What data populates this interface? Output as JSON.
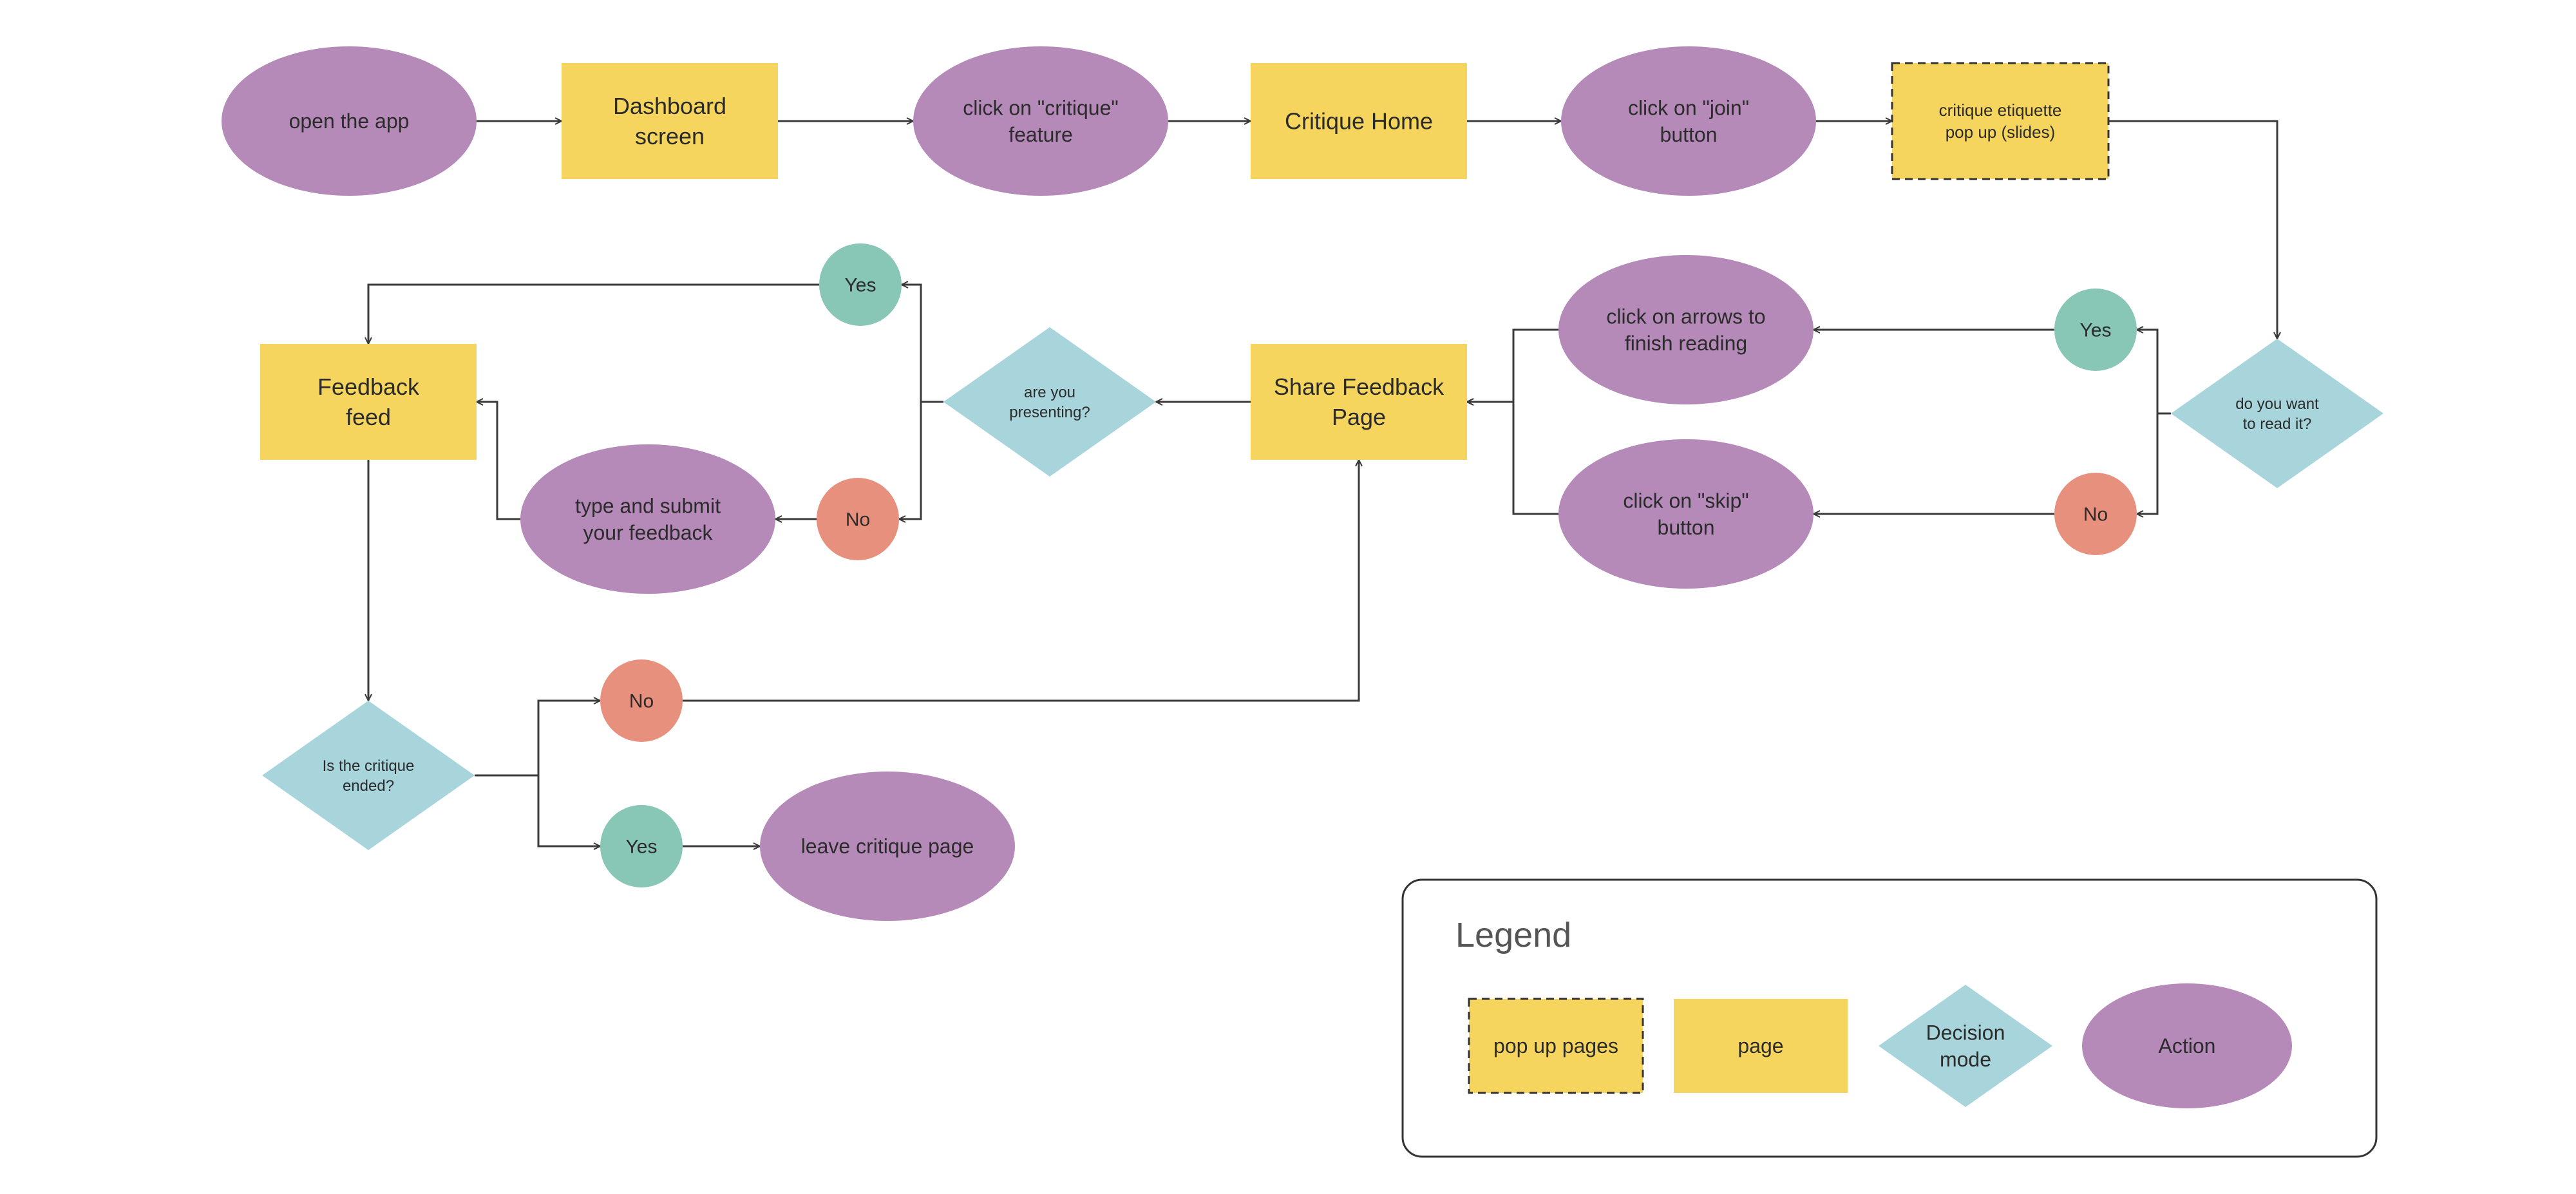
{
  "colors": {
    "action": "#B58AB9",
    "page": "#F5D55E",
    "decision": "#A8D5DB",
    "yes": "#88C7B5",
    "no": "#E8907E",
    "line": "#3A3A3A",
    "legend_border": "#333333"
  },
  "nodes": {
    "open_app": {
      "type": "action",
      "lines": [
        "open the app"
      ]
    },
    "dashboard": {
      "type": "page",
      "lines": [
        "Dashboard",
        "screen"
      ]
    },
    "click_critique": {
      "type": "action",
      "lines": [
        "click on \"critique\"",
        "feature"
      ]
    },
    "critique_home": {
      "type": "page",
      "lines": [
        "Critique Home"
      ]
    },
    "click_join": {
      "type": "action",
      "lines": [
        "click on \"join\"",
        "button"
      ]
    },
    "etiquette_popup": {
      "type": "popup",
      "lines": [
        "critique etiquette",
        "pop up (slides)"
      ]
    },
    "want_read": {
      "type": "decision",
      "lines": [
        "do you want",
        "to read it?"
      ]
    },
    "read_yes": {
      "type": "yes",
      "lines": [
        "Yes"
      ]
    },
    "read_no": {
      "type": "no",
      "lines": [
        "No"
      ]
    },
    "click_arrows": {
      "type": "action",
      "lines": [
        "click on arrows to",
        "finish reading"
      ]
    },
    "click_skip": {
      "type": "action",
      "lines": [
        "click on \"skip\"",
        "button"
      ]
    },
    "share_feedback": {
      "type": "page",
      "lines": [
        "Share Feedback",
        "Page"
      ]
    },
    "presenting": {
      "type": "decision",
      "lines": [
        "are you",
        "presenting?"
      ]
    },
    "present_yes": {
      "type": "yes",
      "lines": [
        "Yes"
      ]
    },
    "present_no": {
      "type": "no",
      "lines": [
        "No"
      ]
    },
    "type_submit": {
      "type": "action",
      "lines": [
        "type and submit",
        "your feedback"
      ]
    },
    "feedback_feed": {
      "type": "page",
      "lines": [
        "Feedback",
        "feed"
      ]
    },
    "critique_ended": {
      "type": "decision",
      "lines": [
        "Is the critique",
        "ended?"
      ]
    },
    "ended_no": {
      "type": "no",
      "lines": [
        "No"
      ]
    },
    "ended_yes": {
      "type": "yes",
      "lines": [
        "Yes"
      ]
    },
    "leave_page": {
      "type": "action",
      "lines": [
        "leave critique page"
      ]
    }
  },
  "edges": [
    [
      "open_app",
      "dashboard"
    ],
    [
      "dashboard",
      "click_critique"
    ],
    [
      "click_critique",
      "critique_home"
    ],
    [
      "critique_home",
      "click_join"
    ],
    [
      "click_join",
      "etiquette_popup"
    ],
    [
      "etiquette_popup",
      "want_read"
    ],
    [
      "want_read",
      "read_yes"
    ],
    [
      "want_read",
      "read_no"
    ],
    [
      "read_yes",
      "click_arrows"
    ],
    [
      "read_no",
      "click_skip"
    ],
    [
      "click_arrows",
      "share_feedback"
    ],
    [
      "click_skip",
      "share_feedback"
    ],
    [
      "share_feedback",
      "presenting"
    ],
    [
      "presenting",
      "present_yes"
    ],
    [
      "presenting",
      "present_no"
    ],
    [
      "present_yes",
      "feedback_feed"
    ],
    [
      "present_no",
      "type_submit"
    ],
    [
      "type_submit",
      "feedback_feed"
    ],
    [
      "feedback_feed",
      "critique_ended"
    ],
    [
      "critique_ended",
      "ended_no"
    ],
    [
      "critique_ended",
      "ended_yes"
    ],
    [
      "ended_no",
      "share_feedback"
    ],
    [
      "ended_yes",
      "leave_page"
    ]
  ],
  "legend": {
    "title": "Legend",
    "items": [
      {
        "type": "popup",
        "lines": [
          "pop up pages"
        ]
      },
      {
        "type": "page",
        "lines": [
          "page"
        ]
      },
      {
        "type": "decision",
        "lines": [
          "Decision",
          "mode"
        ]
      },
      {
        "type": "action",
        "lines": [
          "Action"
        ]
      }
    ]
  }
}
